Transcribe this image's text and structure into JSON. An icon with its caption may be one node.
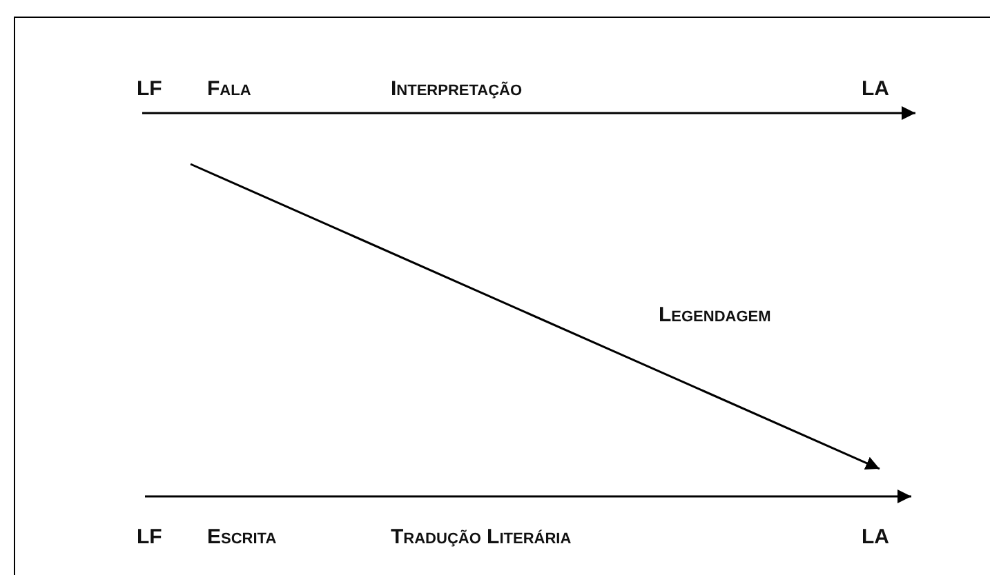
{
  "diagram": {
    "nodes": [
      {
        "text": [
          "LF"
        ]
      },
      {
        "text": [
          "LA"
        ]
      },
      {
        "text": [
          "LF"
        ]
      },
      {
        "text": [
          "LA"
        ]
      }
    ],
    "edges": [
      {
        "from": 0,
        "to": 1,
        "arrow": "to"
      },
      {
        "from": 2,
        "to": 3,
        "arrow": "to"
      },
      {
        "from": 0,
        "to": 3,
        "arrow": "to",
        "label": "Legendagem"
      }
    ],
    "labels": [
      "Fala",
      "Interpretação",
      "Escrita",
      "Tradução Literária"
    ]
  }
}
